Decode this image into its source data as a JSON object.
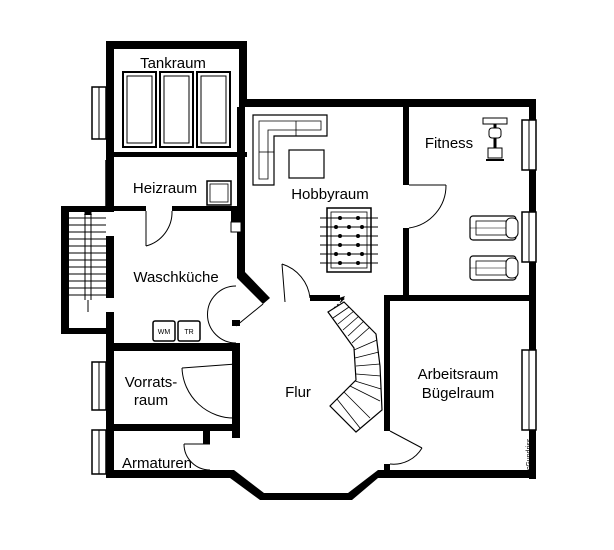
{
  "rooms": {
    "tankraum": "Tankraum",
    "heizraum": "Heizraum",
    "hobbyraum": "Hobbyraum",
    "fitness": "Fitness",
    "waschkueche": "Waschküche",
    "vorratsraum_line1": "Vorrats-",
    "vorratsraum_line2": "raum",
    "flur": "Flur",
    "arbeitsraum": "Arbeitsraum",
    "buegelraum": "Bügelraum",
    "armaturen": "Armaturen"
  },
  "appliances": {
    "washing_machine": "WM",
    "dryer": "TR"
  },
  "credit": "McGundriss"
}
